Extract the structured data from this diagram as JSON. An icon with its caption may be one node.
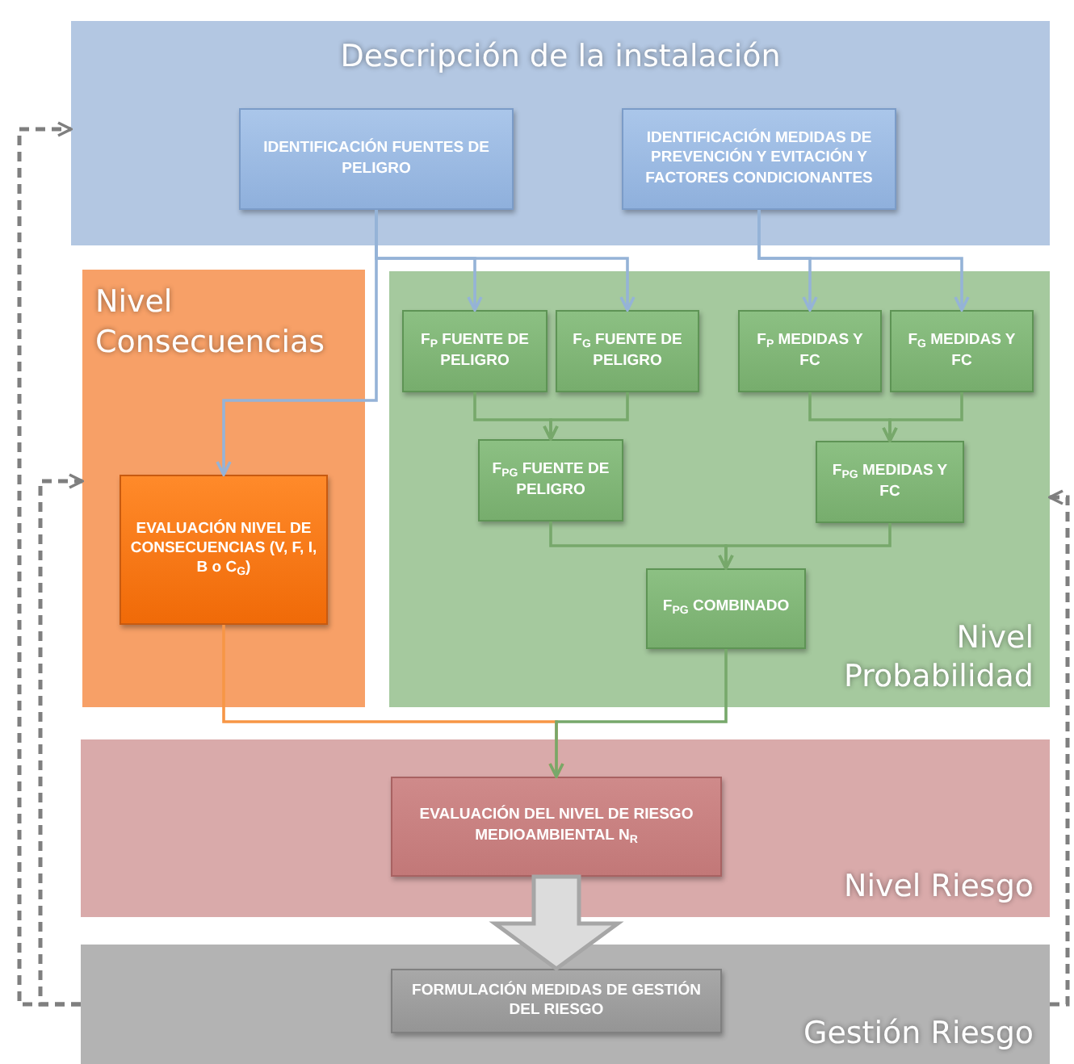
{
  "diagram": {
    "nodes": [
      {
        "text": [
          "Descripción de la instalación"
        ]
      },
      {
        "text": [
          "IDENTIFICACIÓN FUENTES DE PELIGRO"
        ],
        "in": 0
      },
      {
        "text": [
          "IDENTIFICACIÓN MEDIDAS DE PREVENCIÓN Y EVITACIÓN Y FACTORES CONDICIONANTES"
        ],
        "in": 0
      },
      {
        "text": [
          "Nivel Consecuencias"
        ]
      },
      {
        "text": [
          "EVALUACIÓN NIVEL DE CONSECUENCIAS (V, F, I, B o C$_{G}$)"
        ],
        "in": 3
      },
      {
        "text": [
          "Nivel Probabilidad"
        ]
      },
      {
        "text": [
          "F$_{P}$ FUENTE DE PELIGRO"
        ],
        "in": 5
      },
      {
        "text": [
          "F$_{G}$ FUENTE DE PELIGRO"
        ],
        "in": 5
      },
      {
        "text": [
          "F$_{P}$ MEDIDAS Y FC"
        ],
        "in": 5
      },
      {
        "text": [
          "F$_{G}$ MEDIDAS Y FC"
        ],
        "in": 5
      },
      {
        "text": [
          "F$_{PG}$ FUENTE DE PELIGRO"
        ],
        "in": 5
      },
      {
        "text": [
          "F$_{PG}$ MEDIDAS Y FC"
        ],
        "in": 5
      },
      {
        "text": [
          "F$_{PG}$ COMBINADO"
        ],
        "in": 5
      },
      {
        "text": [
          "Nivel Riesgo"
        ]
      },
      {
        "text": [
          "EVALUACIÓN DEL NIVEL DE RIESGO MEDIOAMBIENTAL N$_{R}$"
        ],
        "in": 13
      },
      {
        "text": [
          "Gestión Riesgo"
        ]
      },
      {
        "text": [
          "FORMULACIÓN MEDIDAS DE GESTIÓN DEL RIESGO"
        ],
        "in": 15
      }
    ],
    "edges": [
      {
        "from": 1,
        "to": 6,
        "arrow": "to",
        "color": "#95b3d7"
      },
      {
        "from": 1,
        "to": 7,
        "arrow": "to",
        "color": "#95b3d7"
      },
      {
        "from": 2,
        "to": 8,
        "arrow": "to",
        "color": "#95b3d7"
      },
      {
        "from": 2,
        "to": 9,
        "arrow": "to",
        "color": "#95b3d7"
      },
      {
        "from": 1,
        "to": 4,
        "arrow": "to",
        "color": "#95b3d7"
      },
      {
        "from": 6,
        "to": 10,
        "arrow": "to"
      },
      {
        "from": 7,
        "to": 10,
        "arrow": "to"
      },
      {
        "from": 8,
        "to": 11,
        "arrow": "to"
      },
      {
        "from": 9,
        "to": 11,
        "arrow": "to"
      },
      {
        "from": 10,
        "to": 12,
        "arrow": "to"
      },
      {
        "from": 11,
        "to": 12,
        "arrow": "to"
      },
      {
        "from": 4,
        "to": 14,
        "arrow": "to",
        "color": "#f79646"
      },
      {
        "from": 12,
        "to": 14,
        "arrow": "to"
      },
      {
        "from": 14,
        "to": 16,
        "arrow": "to",
        "style": "thick",
        "color": "#a6a6a6"
      },
      {
        "from": 15,
        "to": 0,
        "arrow": "to",
        "style": "dashed",
        "color": "#7f7f7f"
      },
      {
        "from": 15,
        "to": 3,
        "arrow": "to",
        "style": "dashed",
        "color": "#7f7f7f"
      },
      {
        "from": 15,
        "to": 5,
        "arrow": "to",
        "style": "dashed",
        "color": "#7f7f7f"
      }
    ]
  }
}
